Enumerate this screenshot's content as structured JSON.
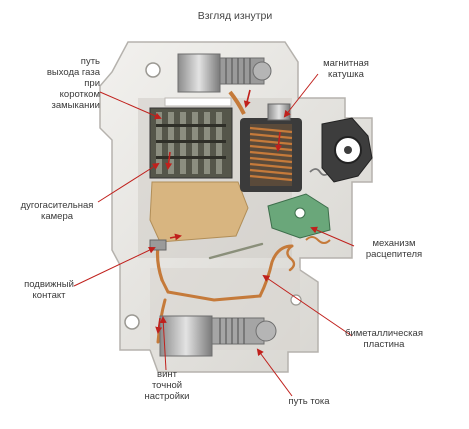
{
  "title": "Взгляд изнутри",
  "labels": {
    "magnetic_coil": "магнитная\nкатушка",
    "gas_path": "путь\nвыхода газа\nпри\nкоротком\nзамыкании",
    "arc_chamber": "дугогасительная\nкамера",
    "release_mechanism": "механизм\nрасцепителя",
    "moving_contact": "подвижный\nконтакт",
    "bimetal_plate": "биметаллическая\nпластина",
    "adjust_screw": "винт\nточной\nнастройки",
    "current_path": "путь тока"
  },
  "colors": {
    "arrow": "#c0201c",
    "housing": "#e8e6e2",
    "copper": "#c57a3a",
    "arc_plates": "#55564a",
    "lever": "#6aa77a",
    "tan": "#d8b580"
  }
}
